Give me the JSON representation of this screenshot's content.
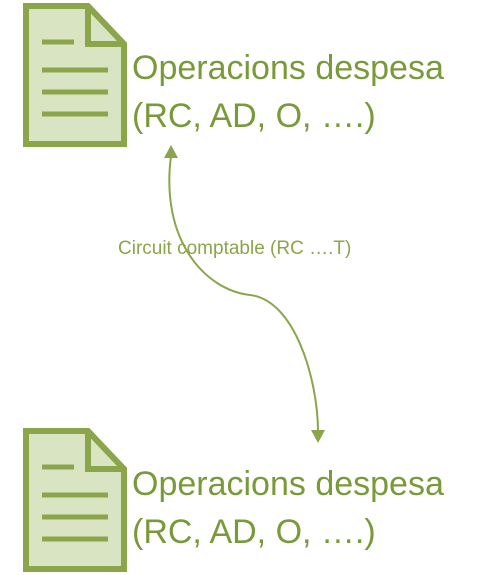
{
  "diagram": {
    "top_node": {
      "icon": "document-icon",
      "line1": "Operacions despesa",
      "line2": "(RC, AD, O, ….)"
    },
    "bottom_node": {
      "icon": "document-icon",
      "line1": "Operacions despesa",
      "line2": "(RC, AD, O, ….)"
    },
    "connector": {
      "label": "Circuit comptable (RC ….T)",
      "style": "bidirectional-curved-arrow"
    },
    "colors": {
      "accent": "#7a9a3a",
      "icon_fill": "#d9e4c3",
      "icon_stroke": "#8aa54a",
      "connector": "#8aa54a"
    }
  }
}
